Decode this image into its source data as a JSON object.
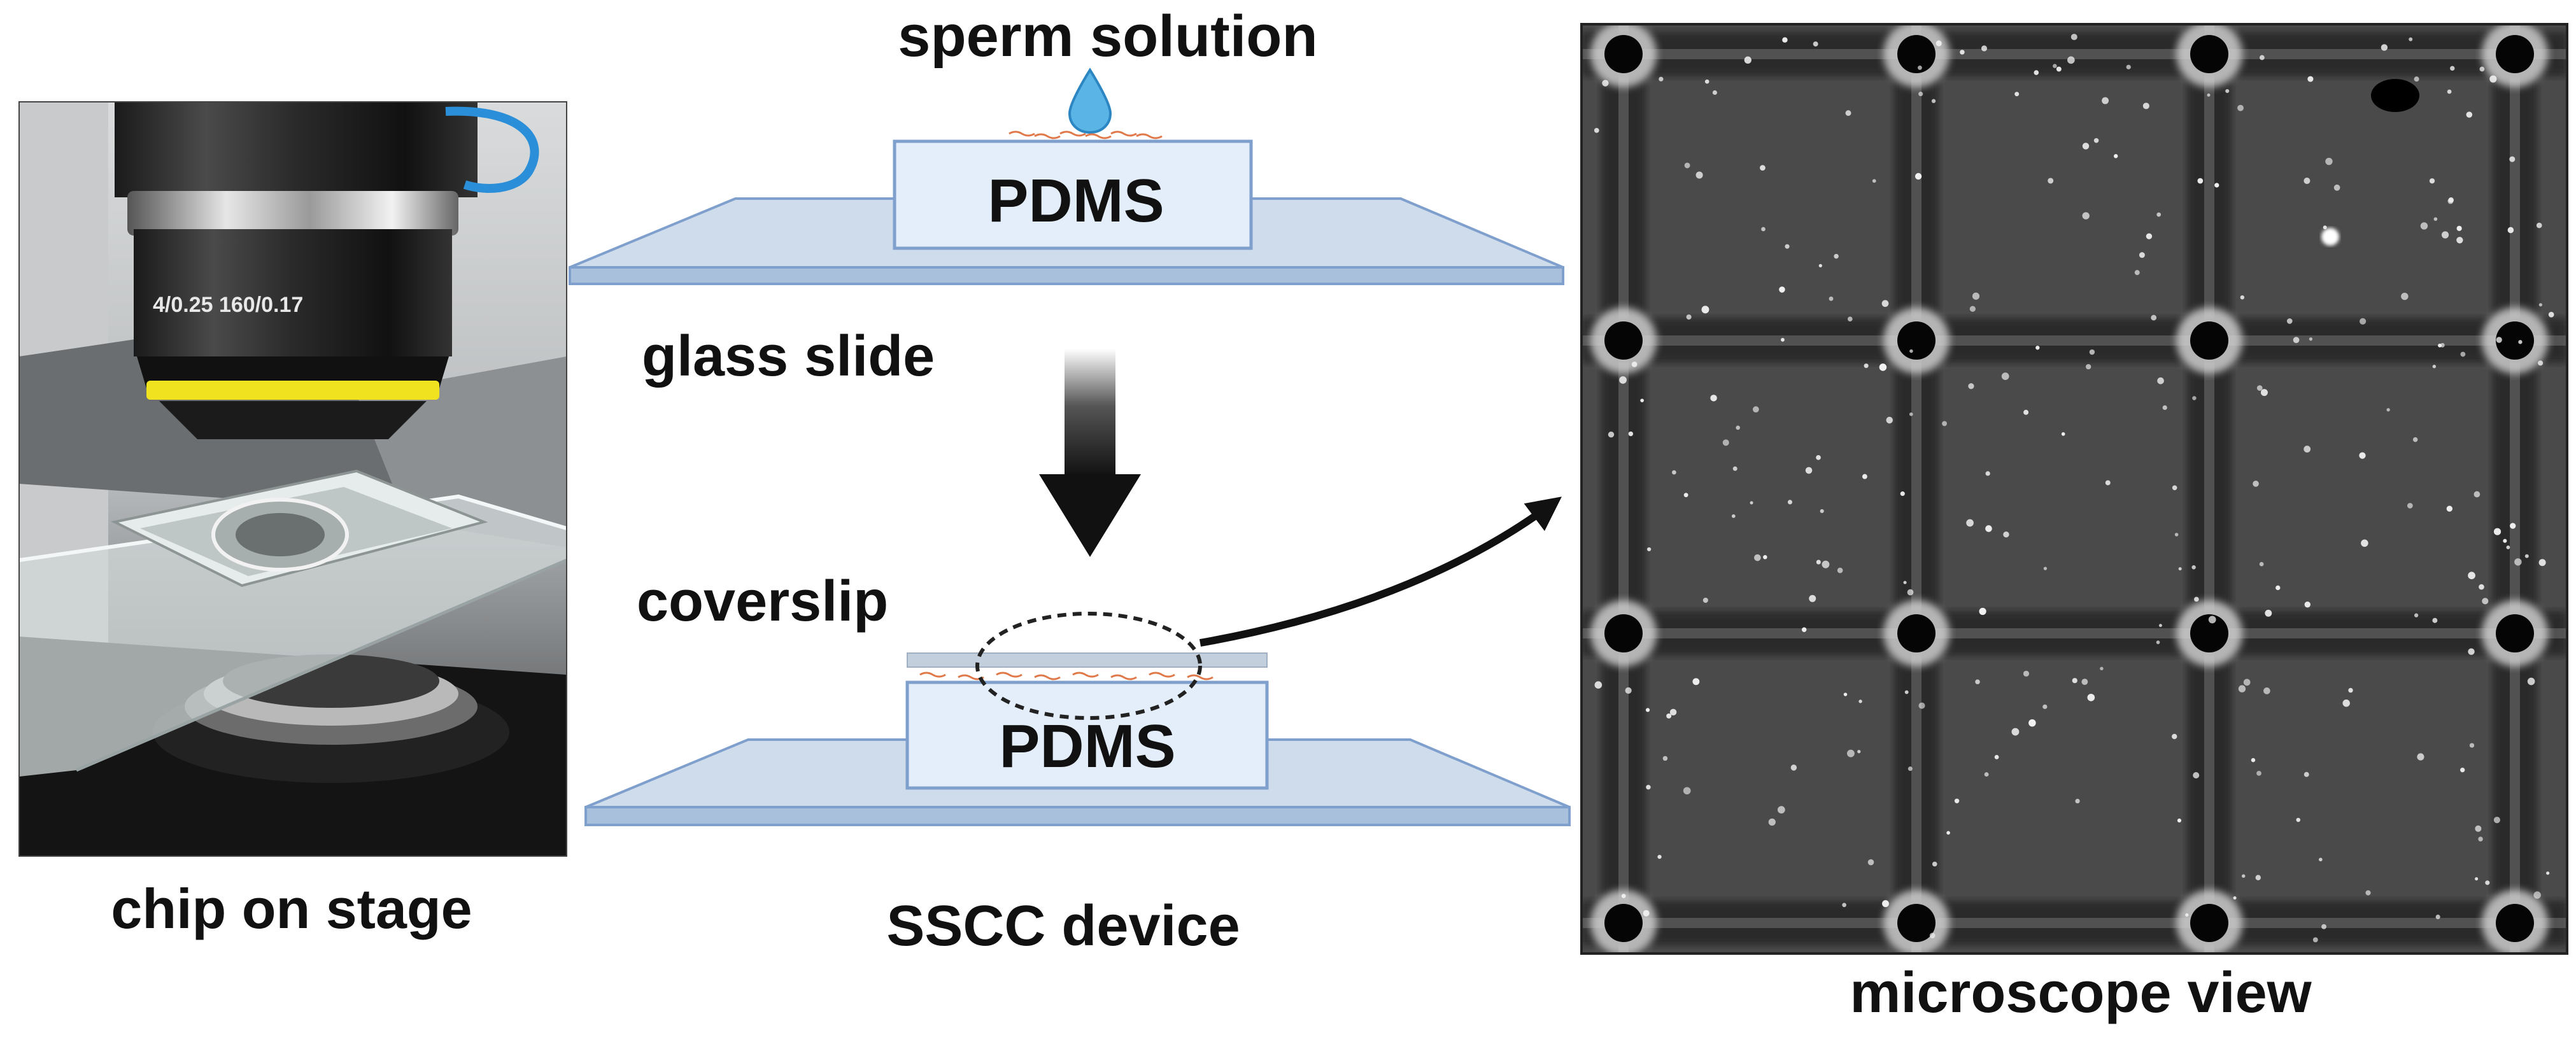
{
  "labels": {
    "sperm_solution": "sperm solution",
    "pdms_top": "PDMS",
    "glass_slide": "glass slide",
    "coverslip": "coverslip",
    "pdms_bottom": "PDMS",
    "sscc_device": "SSCC device",
    "chip_on_stage": "chip on stage",
    "microscope_view": "microscope view",
    "objective_marking": "4/0.25 160/0.17"
  },
  "colors": {
    "pdms_fill": "#e3eefa",
    "pdms_stroke": "#7f9fcd",
    "glass_top": "#cfdcec",
    "glass_side": "#a9c0dc",
    "droplet": "#5bb4e6",
    "sperm": "#e0784a",
    "arrow": "#111111",
    "objective_ring": "#f0e21e"
  },
  "icons": {
    "droplet": "droplet-icon",
    "down_arrow": "down-arrow-icon",
    "curved_arrow": "curved-arrow-icon"
  }
}
